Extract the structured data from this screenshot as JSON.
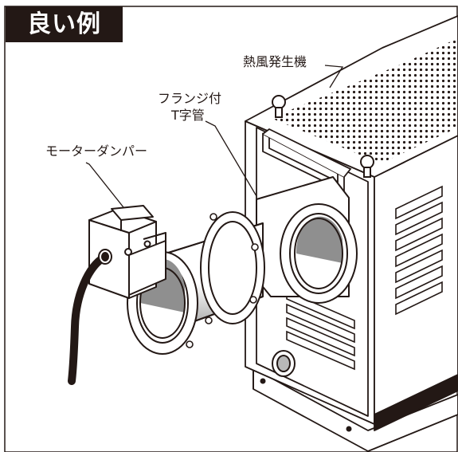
{
  "header": {
    "title": "良い例"
  },
  "labels": {
    "heater": "熱風発生機",
    "tee_line1": "フランジ付",
    "tee_line2": "T字管",
    "damper": "モーターダンパー"
  },
  "colors": {
    "ink": "#231815",
    "tag_bg": "#231815",
    "tag_text": "#ffffff",
    "pipe_shadow": "#b8b8b8"
  }
}
